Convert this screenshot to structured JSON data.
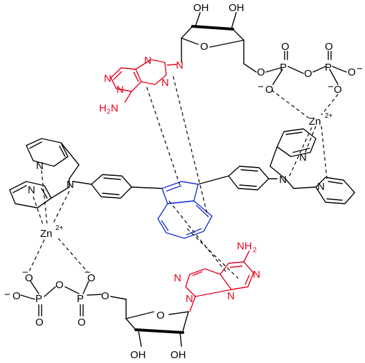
{
  "atoms": {
    "oh": "OH",
    "o": "O",
    "p": "P",
    "n": "N",
    "nh2_base": "NH",
    "nh2_sub": "2",
    "h2n_base": "H",
    "h2n_sub": "2",
    "h2n_tail": "N",
    "zn": "Zn",
    "zn_charge": "2+",
    "minus": "−"
  },
  "colors": {
    "bonds": "#000000",
    "adenine": "#e8001c",
    "azulene": "#1a2fd6"
  }
}
